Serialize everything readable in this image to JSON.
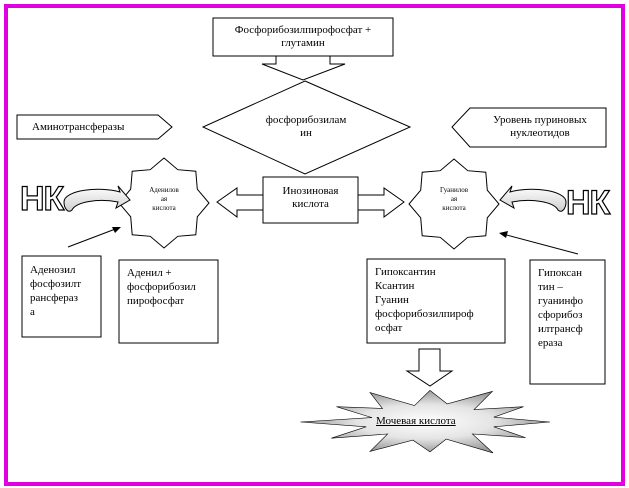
{
  "nodes": {
    "substrate": "Фосфорибозилпирофосфат +\nглутамин",
    "prpp_amine": "фосфорибозилам\nин",
    "aminotransferase": "Аминотрансферазы",
    "purine_level": "Уровень пуриновых\nнуклеотидов",
    "inosinic": "Инозиновая\nкислота",
    "adenylic": "Аденилов\nая\nкислота",
    "guanylic": "Гуанилов\nая\nкислота",
    "nk_left": "НК",
    "nk_right": "НК",
    "adenosyl_enzyme": "Аденозил\nфосфозилт\nрансфераз\nа",
    "adenine_prpp": "Аденил +\nфосфорибозил\nпирофосфат",
    "hx_x_g": "Гипоксантин\nКсантин\nГуанин\nфосфорибозилпироф\nосфат",
    "hgprt": "Гипоксан\nтин –\nгуанинфо\nсфорибоз\nилтрансф\nераза",
    "uric_acid": "Мочевая кислота"
  },
  "colors": {
    "frame": "#e000e0",
    "stroke": "#000000",
    "fill": "#ffffff",
    "burst_gradient_dark": "#9a9a9a"
  }
}
